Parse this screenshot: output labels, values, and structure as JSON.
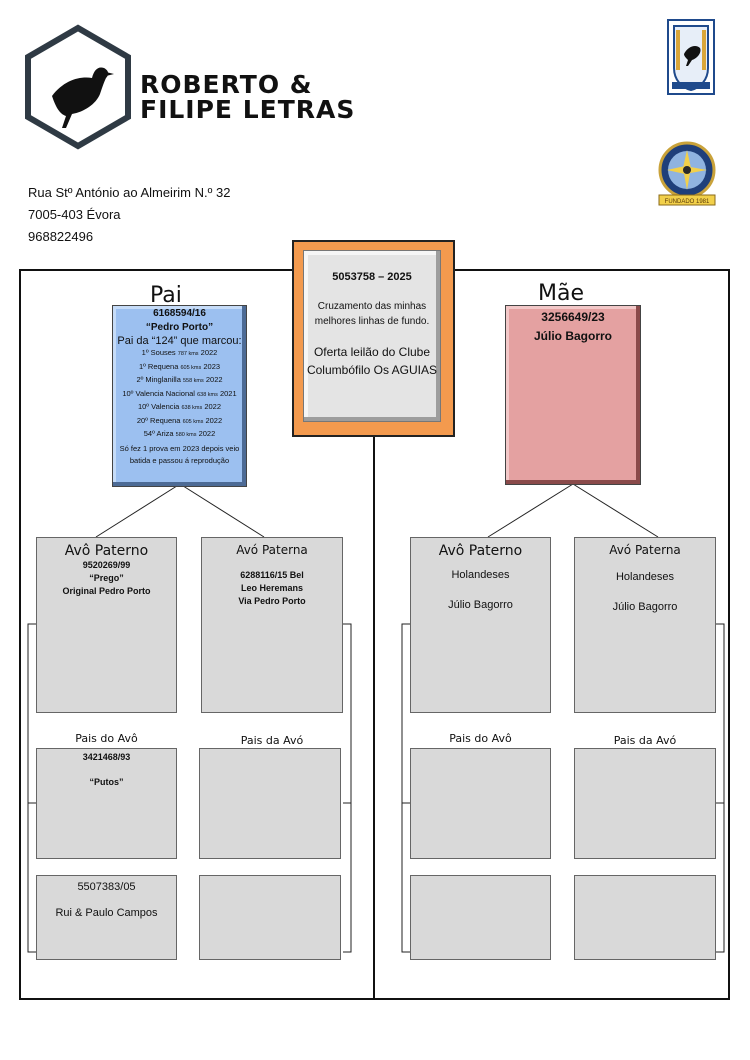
{
  "header": {
    "brand_line1": "ROBERTO &",
    "brand_line2": "FILIPE LETRAS",
    "address_line1": "Rua Stº António ao Almeirim N.º 32",
    "address_line2": "7005-403 Évora",
    "phone": "968822496",
    "badge2_text": "FUNDADO 1981"
  },
  "subject": {
    "ring": "5053758 – 2025",
    "description_line1": "Cruzamento das minhas",
    "description_line2": "melhores linhas de fundo.",
    "offer_line1": "Oferta leilão do Clube",
    "offer_line2": "Columbófilo Os AGUIAS"
  },
  "father": {
    "heading": "Pai",
    "ring": "6168594/16",
    "name": "“Pedro Porto”",
    "lead": "Pai da “124” que marcou:",
    "results": [
      {
        "text": "1º Souses",
        "km": "787 kms",
        "year": "2022"
      },
      {
        "text": "1º Requena",
        "km": "605 kms",
        "year": "2023"
      },
      {
        "text": "2º Minglanilla",
        "km": "558 kms",
        "year": "2022"
      },
      {
        "text": "10º Valencia Nacional",
        "km": "638 kms",
        "year": "2021"
      },
      {
        "text": "10º Valencia",
        "km": "638 kms",
        "year": "2022"
      },
      {
        "text": "20º Requena",
        "km": "605 kms",
        "year": "2022"
      },
      {
        "text": "54º Ariza",
        "km": "580 kms",
        "year": "2022"
      }
    ],
    "note_line1": "Só fez 1 prova em 2023 depois veio",
    "note_line2": "batida e passou á reprodução"
  },
  "mother": {
    "heading": "Mãe",
    "ring": "3256649/23",
    "name": "Júlio Bagorro"
  },
  "paternal_grandfather": {
    "title": "Avô Paterno",
    "ring": "9520269/99",
    "name": "“Prego”",
    "note": "Original Pedro Porto"
  },
  "paternal_grandmother": {
    "title": "Avó Paterna",
    "ring": "6288116/15 Bel",
    "breeder": "Leo Heremans",
    "note": "Via Pedro Porto"
  },
  "maternal_grandfather": {
    "title": "Avô Paterno",
    "line1": "Holandeses",
    "line2": "Júlio Bagorro"
  },
  "maternal_grandmother": {
    "title": "Avó Paterna",
    "line1": "Holandeses",
    "line2": "Júlio Bagorro"
  },
  "labels": {
    "left_pais_avo": "Pais do Avô",
    "left_pais_ava": "Pais da Avó",
    "right_pais_avo": "Pais do Avô",
    "right_pais_ava": "Pais da Avó"
  },
  "great_grandparents": {
    "left_sire_ring": "3421468/93",
    "left_sire_name": "“Putos”",
    "left_dam_ring": "5507383/05",
    "left_dam_breeder": "Rui & Paulo Campos"
  },
  "colors": {
    "father_box": "#9cc0f0",
    "mother_box": "#e4a1a1",
    "subject_frame": "#f39a4e",
    "grey_box": "#d9d9d9"
  }
}
